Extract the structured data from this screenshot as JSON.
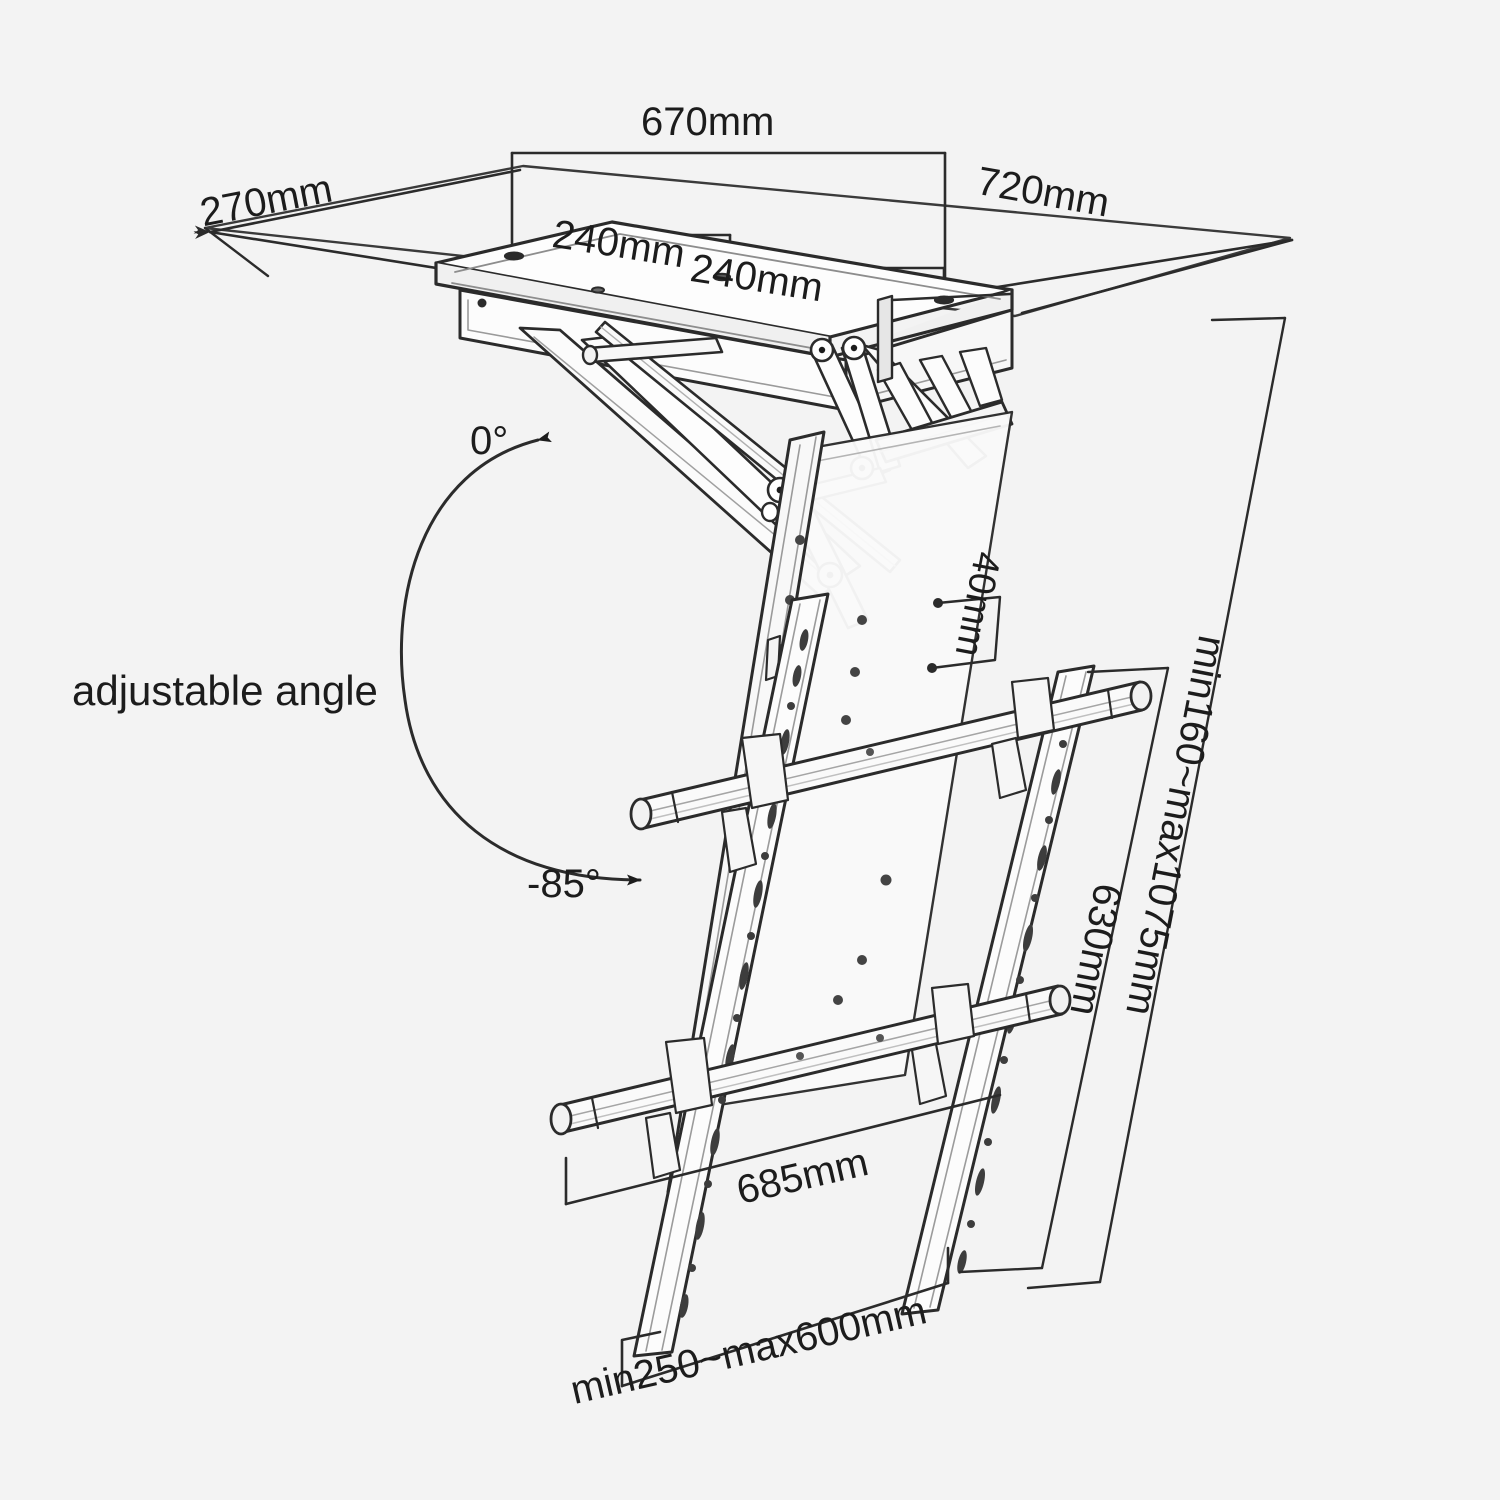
{
  "diagram": {
    "title": "Ceiling TV mount dimensional drawing",
    "background_color": "#f3f3f3",
    "line_color": "#2b2b2b",
    "labels": {
      "depth_270": "270mm",
      "width_670": "670mm",
      "depth_720": "720mm",
      "vesa_h_240": "240mm",
      "vesa_h_240b": "240mm",
      "offset_40": "40mm",
      "drop_range": "min160~max1075mm",
      "rail_span_630": "630mm",
      "crossbar_685": "685mm",
      "rail_range": "min250~max600mm",
      "angle_zero": "0°",
      "angle_min": "-85°",
      "adjustable_angle": "adjustable angle"
    }
  }
}
